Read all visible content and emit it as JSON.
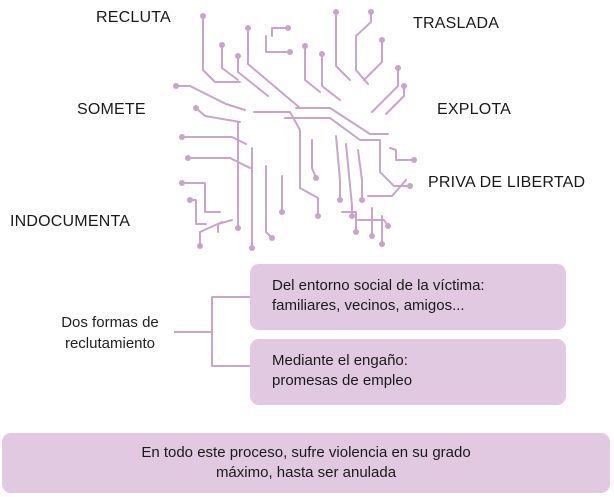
{
  "verbs": {
    "recluta": "RECLUTA",
    "traslada": "TRASLADA",
    "somete": "SOMETE",
    "explota": "EXPLOTA",
    "priva": "PRIVA DE LIBERTAD",
    "indocumenta": "INDOCUMENTA"
  },
  "recruitment": {
    "label_line1": "Dos formas de",
    "label_line2": "reclutamiento",
    "option1_line1": "Del entorno social de la víctima:",
    "option1_line2": "familiares, vecinos, amigos...",
    "option2_line1": "Mediante el engaño:",
    "option2_line2": "promesas de empleo"
  },
  "conclusion": {
    "line1": "En todo este proceso, sufre violencia en su grado",
    "line2": "máximo, hasta ser anulada"
  },
  "colors": {
    "accent": "#c9a4cb",
    "box_fill": "#e1c9e2"
  }
}
